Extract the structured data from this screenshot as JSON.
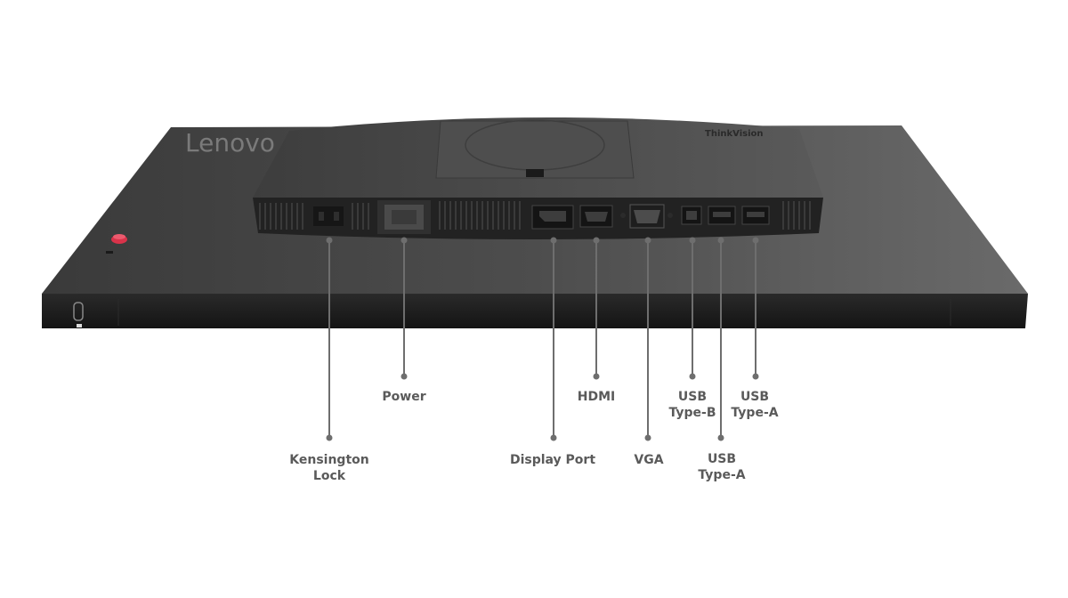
{
  "product": {
    "brand_text": "Lenovo",
    "model_text": "ThinkVision"
  },
  "ports": [
    {
      "id": "kensington",
      "label": "Kensington\nLock"
    },
    {
      "id": "power",
      "label": "Power"
    },
    {
      "id": "displayport",
      "label": "Display Port"
    },
    {
      "id": "hdmi",
      "label": "HDMI"
    },
    {
      "id": "vga",
      "label": "VGA"
    },
    {
      "id": "usb-b",
      "label": "USB\nType-B"
    },
    {
      "id": "usb-a-1",
      "label": "USB\nType-A"
    },
    {
      "id": "usb-a-2",
      "label": "USB\nType-A"
    }
  ],
  "colors": {
    "background": "#ffffff",
    "panel": "#4a4a4a",
    "panel_edge": "#1c1c1c",
    "callout_line": "#6e6e6e",
    "label_text": "#5a5a5a",
    "power_button": "#d9334a"
  }
}
